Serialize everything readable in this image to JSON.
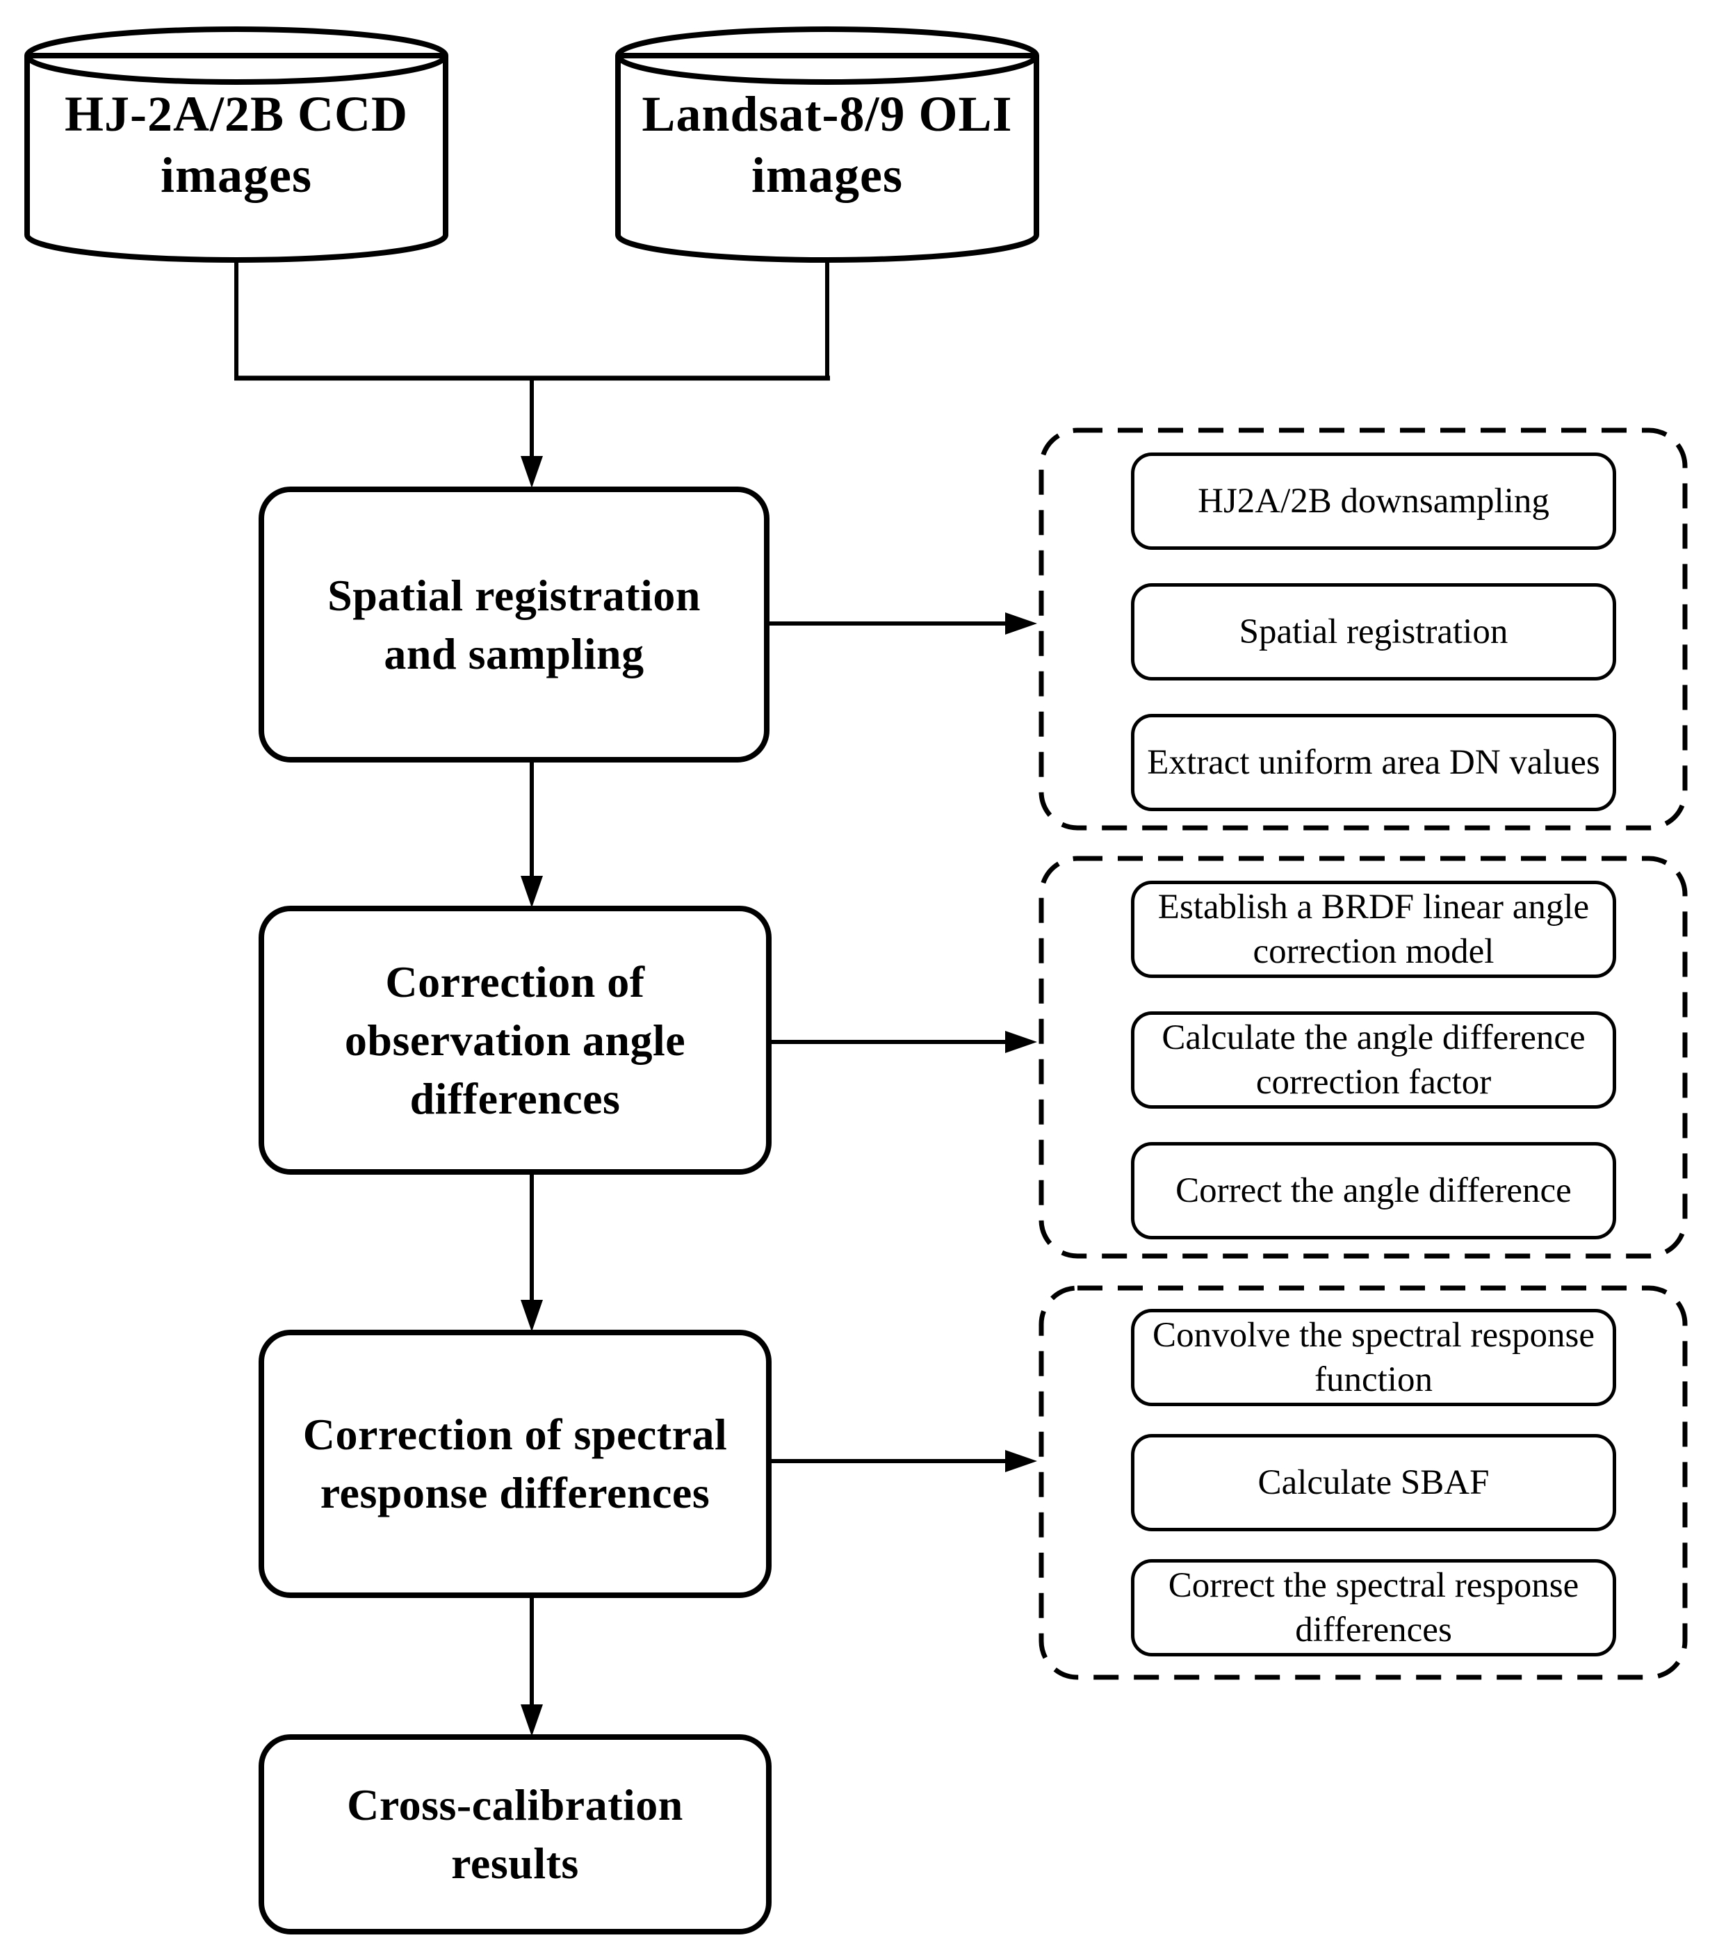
{
  "colors": {
    "ink": "#000000",
    "background": "#ffffff"
  },
  "inputs": [
    {
      "lines": [
        "HJ-2A/2B CCD",
        "images"
      ]
    },
    {
      "lines": [
        "Landsat-8/9 OLI",
        "images"
      ]
    }
  ],
  "steps": [
    {
      "lines": [
        "Spatial registration",
        "and sampling"
      ]
    },
    {
      "lines": [
        "Correction of",
        "observation angle",
        "differences"
      ]
    },
    {
      "lines": [
        "Correction of spectral",
        "response differences"
      ]
    },
    {
      "lines": [
        "Cross-calibration",
        "results"
      ]
    }
  ],
  "details": [
    {
      "items": [
        {
          "lines": [
            "HJ2A/2B downsampling"
          ]
        },
        {
          "lines": [
            "Spatial registration"
          ]
        },
        {
          "lines": [
            "Extract uniform area DN values"
          ]
        }
      ]
    },
    {
      "items": [
        {
          "lines": [
            "Establish a BRDF linear angle",
            "correction model"
          ]
        },
        {
          "lines": [
            "Calculate the angle difference",
            "correction factor"
          ]
        },
        {
          "lines": [
            "Correct the angle difference"
          ]
        }
      ]
    },
    {
      "items": [
        {
          "lines": [
            "Convolve the spectral response",
            "function"
          ]
        },
        {
          "lines": [
            "Calculate SBAF"
          ]
        },
        {
          "lines": [
            "Correct the spectral response",
            "differences"
          ]
        }
      ]
    }
  ]
}
